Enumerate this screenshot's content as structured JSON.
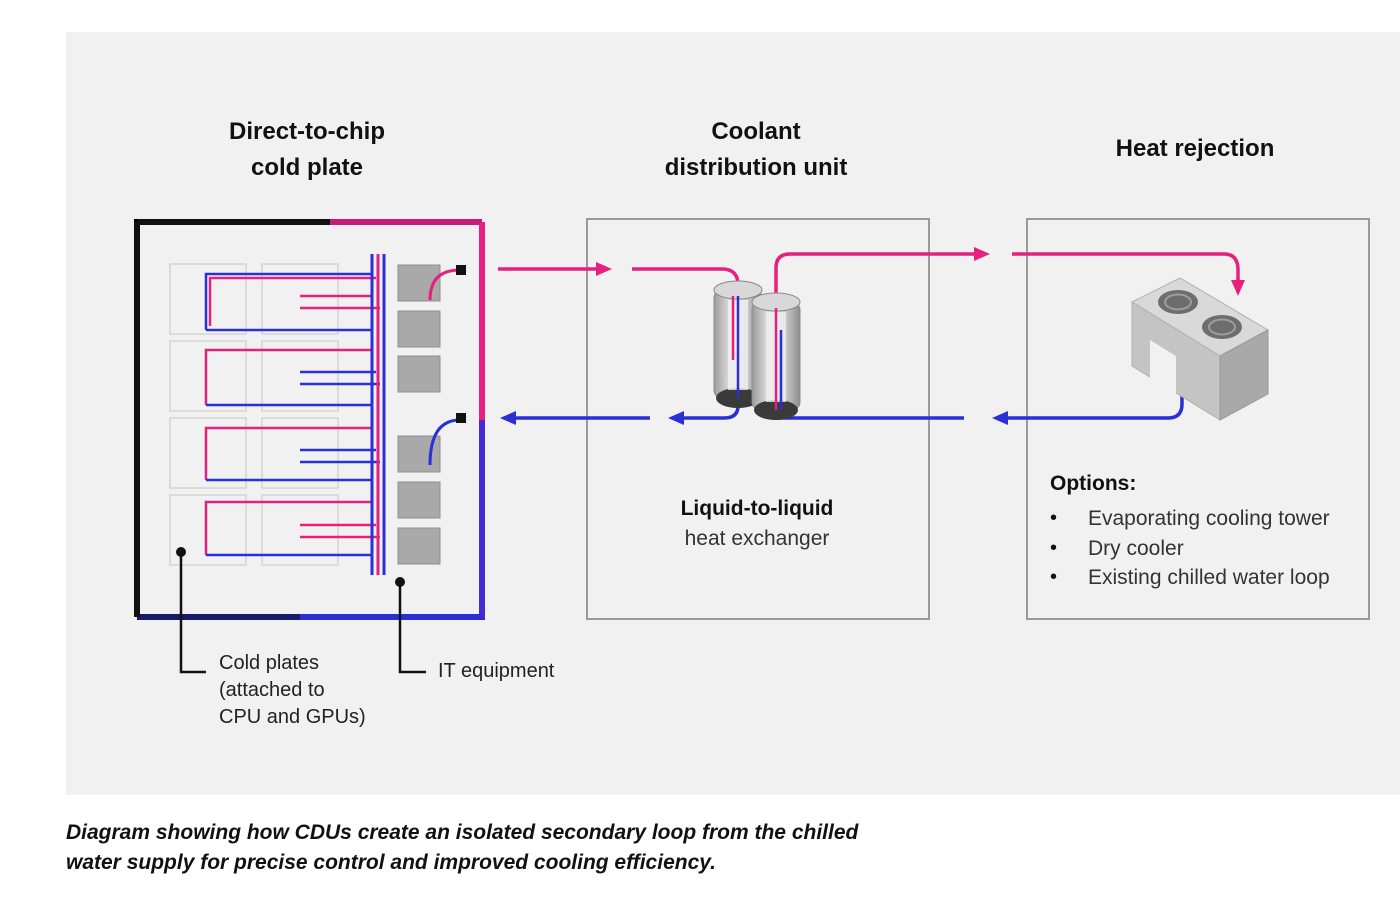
{
  "sections": {
    "cold_plate": {
      "title_line1": "Direct-to-chip",
      "title_line2": "cold plate"
    },
    "cdu": {
      "title_line1": "Coolant",
      "title_line2": "distribution unit"
    },
    "heat_rejection": {
      "title": "Heat rejection"
    }
  },
  "cdu_label": {
    "bold": "Liquid-to-liquid",
    "regular": "heat exchanger"
  },
  "options": {
    "heading": "Options:",
    "items": [
      "Evaporating cooling tower",
      "Dry cooler",
      "Existing chilled water loop"
    ]
  },
  "callouts": {
    "cold_plates": {
      "line1": "Cold plates",
      "line2": "(attached to",
      "line3": "CPU and GPUs)"
    },
    "it_equipment": "IT equipment"
  },
  "caption": {
    "line1": "Diagram showing how CDUs create an isolated secondary loop from the chilled",
    "line2": "water supply for precise control and improved cooling efficiency."
  },
  "colors": {
    "hot_loop": "#e6207f",
    "cold_loop": "#2b2fd6",
    "panel_background": "#f1f1f1",
    "box_border": "#9a9a9a"
  }
}
